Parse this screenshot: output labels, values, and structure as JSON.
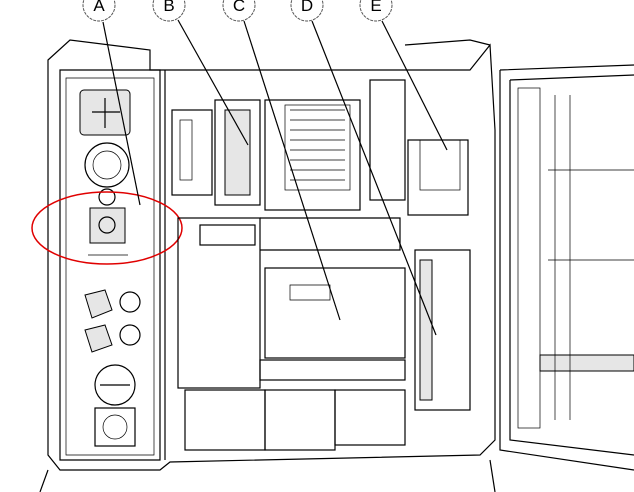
{
  "callouts": [
    {
      "id": "A",
      "label": "A"
    },
    {
      "id": "B",
      "label": "B"
    },
    {
      "id": "C",
      "label": "C"
    },
    {
      "id": "D",
      "label": "D"
    },
    {
      "id": "E",
      "label": "E"
    }
  ],
  "highlight_color": "#e00000"
}
